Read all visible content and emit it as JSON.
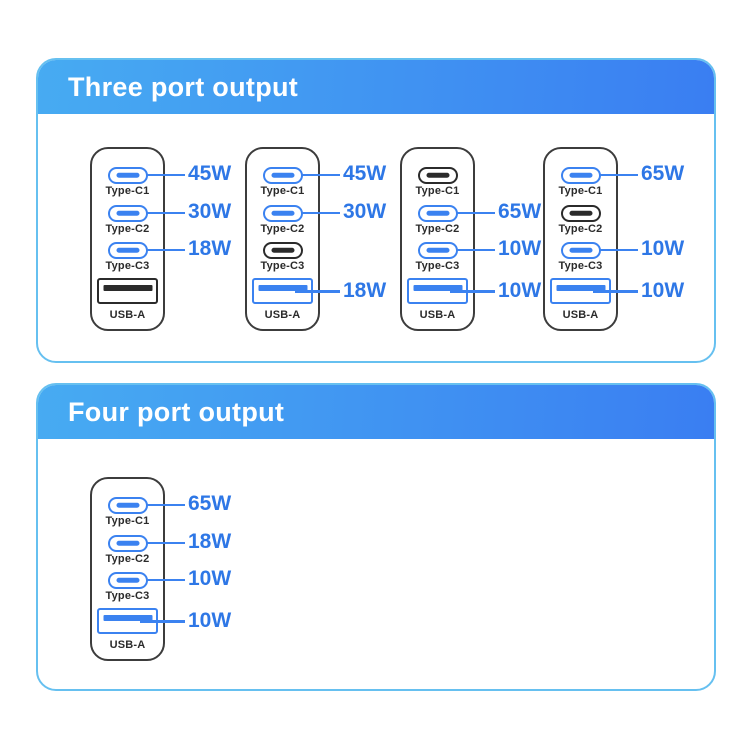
{
  "colors": {
    "watt_text": "#2e77e6",
    "port_active_blue": "#3b82f0",
    "port_inactive_black": "#2b2b2b",
    "charger_outline": "#3c3c3c",
    "panel_border": "#66c0f0",
    "header_gradient_left": "#47abf2",
    "header_gradient_right": "#3a7ef2",
    "header_text": "#ffffff",
    "label_text": "#2b2b2b"
  },
  "sections": [
    {
      "title": "Three port output",
      "chargers": [
        {
          "ports": [
            {
              "kind": "usbc",
              "label": "Type-C1",
              "active": true,
              "watt": "45W"
            },
            {
              "kind": "usbc",
              "label": "Type-C2",
              "active": true,
              "watt": "30W"
            },
            {
              "kind": "usbc",
              "label": "Type-C3",
              "active": true,
              "watt": "18W"
            },
            {
              "kind": "usba",
              "label": "USB-A",
              "active": false,
              "watt": ""
            }
          ]
        },
        {
          "ports": [
            {
              "kind": "usbc",
              "label": "Type-C1",
              "active": true,
              "watt": "45W"
            },
            {
              "kind": "usbc",
              "label": "Type-C2",
              "active": true,
              "watt": "30W"
            },
            {
              "kind": "usbc",
              "label": "Type-C3",
              "active": false,
              "watt": ""
            },
            {
              "kind": "usba",
              "label": "USB-A",
              "active": true,
              "watt": "18W"
            }
          ]
        },
        {
          "ports": [
            {
              "kind": "usbc",
              "label": "Type-C1",
              "active": false,
              "watt": ""
            },
            {
              "kind": "usbc",
              "label": "Type-C2",
              "active": true,
              "watt": "65W"
            },
            {
              "kind": "usbc",
              "label": "Type-C3",
              "active": true,
              "watt": "10W"
            },
            {
              "kind": "usba",
              "label": "USB-A",
              "active": true,
              "watt": "10W"
            }
          ]
        },
        {
          "ports": [
            {
              "kind": "usbc",
              "label": "Type-C1",
              "active": true,
              "watt": "65W"
            },
            {
              "kind": "usbc",
              "label": "Type-C2",
              "active": false,
              "watt": ""
            },
            {
              "kind": "usbc",
              "label": "Type-C3",
              "active": true,
              "watt": "10W"
            },
            {
              "kind": "usba",
              "label": "USB-A",
              "active": true,
              "watt": "10W"
            }
          ]
        }
      ]
    },
    {
      "title": "Four port output",
      "chargers": [
        {
          "ports": [
            {
              "kind": "usbc",
              "label": "Type-C1",
              "active": true,
              "watt": "65W"
            },
            {
              "kind": "usbc",
              "label": "Type-C2",
              "active": true,
              "watt": "18W"
            },
            {
              "kind": "usbc",
              "label": "Type-C3",
              "active": true,
              "watt": "10W"
            },
            {
              "kind": "usba",
              "label": "USB-A",
              "active": true,
              "watt": "10W"
            }
          ]
        }
      ]
    }
  ]
}
